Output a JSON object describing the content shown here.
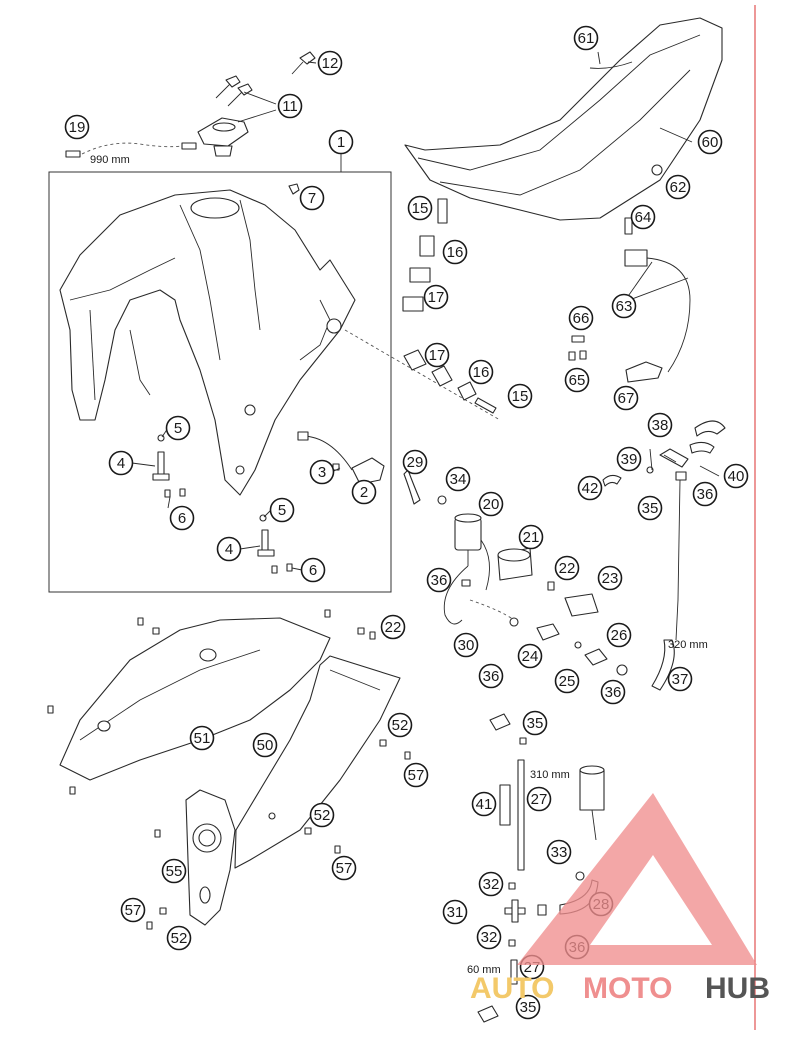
{
  "diagram": {
    "callouts": [
      "1",
      "2",
      "3",
      "4",
      "5",
      "6",
      "7",
      "11",
      "12",
      "15",
      "16",
      "17",
      "19",
      "20",
      "21",
      "22",
      "23",
      "24",
      "25",
      "26",
      "27",
      "28",
      "29",
      "30",
      "31",
      "32",
      "33",
      "34",
      "35",
      "36",
      "37",
      "38",
      "39",
      "40",
      "41",
      "42",
      "50",
      "51",
      "52",
      "55",
      "57",
      "60",
      "61",
      "62",
      "63",
      "64",
      "65",
      "66",
      "67"
    ],
    "dimensions": {
      "d990": "990 mm",
      "d320": "320 mm",
      "d310": "310 mm",
      "d60": "60 mm"
    }
  },
  "watermark": {
    "word_a": "AUTO",
    "word_b": "MOTO",
    "word_c": "HUB",
    "color_a": "#f3c96a",
    "color_b": "#ef8f8f",
    "color_c": "#555555"
  }
}
